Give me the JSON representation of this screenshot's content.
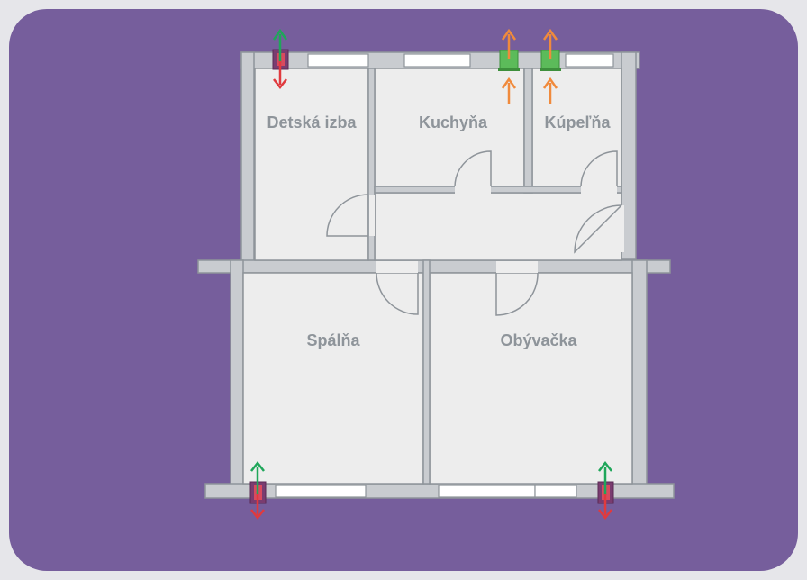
{
  "colors": {
    "background_panel": "#765e9c",
    "outer_frame": "#e6e6ea",
    "wall": "#c9ccd0",
    "wall_stroke": "#8e949a",
    "floor": "#ededed",
    "window_glass": "#ffffff",
    "label": "#8e949a",
    "fresh_air_arrow": "#1fa65a",
    "exhaust_arrow": "#e03a3e",
    "kitchen_exhaust_arrow": "#f08a3c",
    "unit_body": "#7a3c70",
    "vent_green": "#5cbb5a"
  },
  "rooms": {
    "detska_izba": "Detská izba",
    "kuchyna": "Kuchyňa",
    "kupelna": "Kúpeľňa",
    "spalna": "Spálňa",
    "obyvacka": "Obývačka"
  },
  "ventilation": {
    "recuperation_units": [
      "detska-izba-unit",
      "spalna-unit",
      "obyvacka-unit"
    ],
    "exhaust_vents": [
      "kuchyna-vent",
      "kupelna-vent"
    ]
  }
}
